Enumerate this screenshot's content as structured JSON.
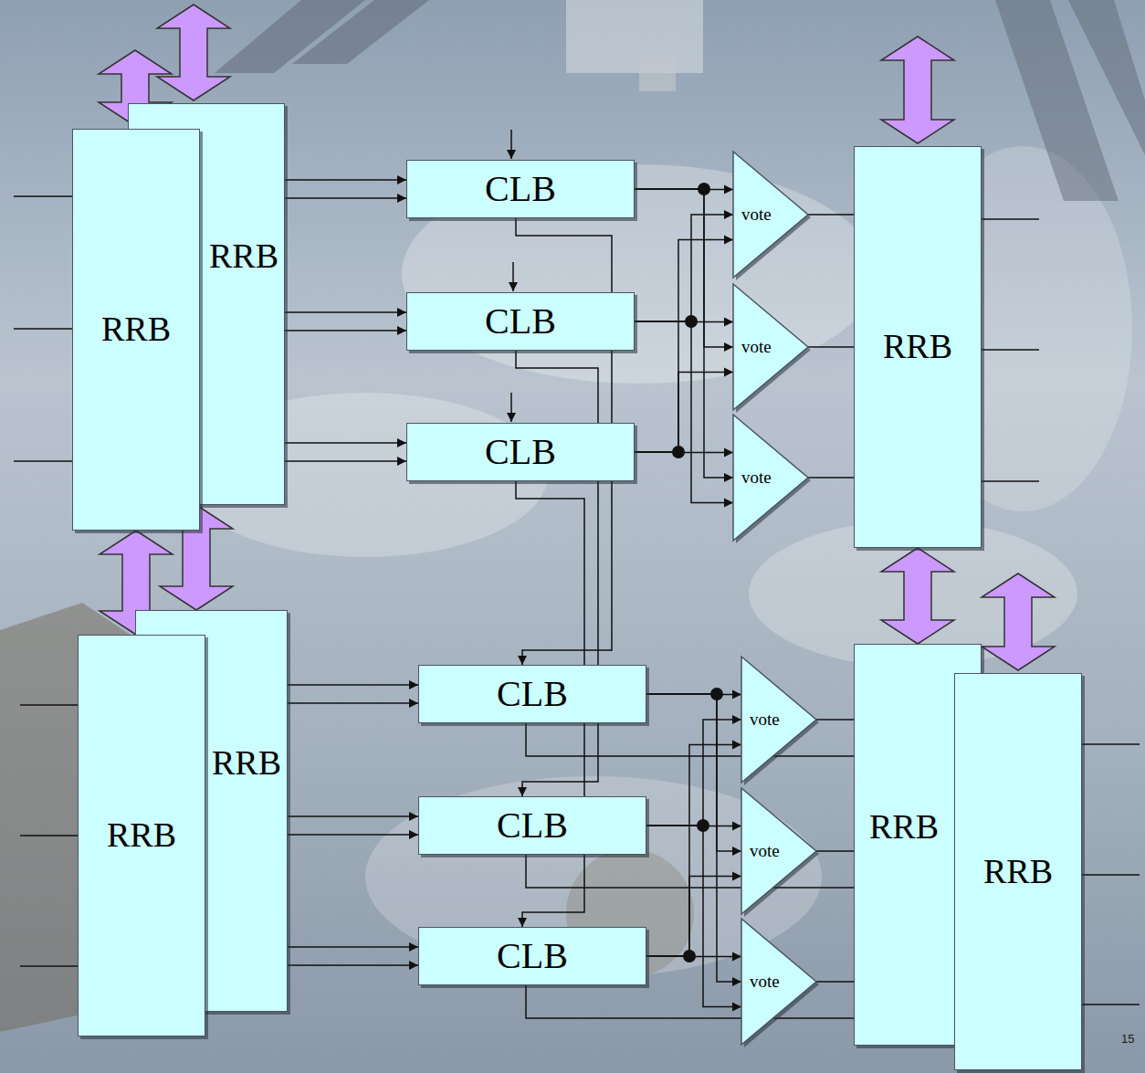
{
  "diagram": {
    "nodes": [
      {
        "text": [
          "RRB"
        ]
      },
      {
        "text": [
          "RRB"
        ]
      },
      {
        "text": [
          "CLB"
        ]
      },
      {
        "text": [
          "CLB"
        ]
      },
      {
        "text": [
          "CLB"
        ]
      },
      {
        "text": [
          "vote"
        ]
      },
      {
        "text": [
          "vote"
        ]
      },
      {
        "text": [
          "vote"
        ]
      },
      {
        "text": [
          "RRB"
        ]
      },
      {
        "text": [
          "RRB"
        ]
      },
      {
        "text": [
          "RRB"
        ]
      },
      {
        "text": [
          "CLB"
        ]
      },
      {
        "text": [
          "CLB"
        ]
      },
      {
        "text": [
          "CLB"
        ]
      },
      {
        "text": [
          "vote"
        ]
      },
      {
        "text": [
          "vote"
        ]
      },
      {
        "text": [
          "vote"
        ]
      },
      {
        "text": [
          "RRB"
        ]
      },
      {
        "text": [
          "RRB"
        ]
      }
    ],
    "edges": [
      {
        "from": 0,
        "to": 2,
        "arrow": "to"
      },
      {
        "from": 1,
        "to": 2,
        "arrow": "to"
      },
      {
        "from": 0,
        "to": 3,
        "arrow": "to"
      },
      {
        "from": 1,
        "to": 3,
        "arrow": "to"
      },
      {
        "from": 0,
        "to": 4,
        "arrow": "to"
      },
      {
        "from": 1,
        "to": 4,
        "arrow": "to"
      },
      {
        "from": 2,
        "to": 5,
        "arrow": "to"
      },
      {
        "from": 2,
        "to": 6,
        "arrow": "to"
      },
      {
        "from": 2,
        "to": 7,
        "arrow": "to"
      },
      {
        "from": 3,
        "to": 5,
        "arrow": "to"
      },
      {
        "from": 3,
        "to": 6,
        "arrow": "to"
      },
      {
        "from": 3,
        "to": 7,
        "arrow": "to"
      },
      {
        "from": 4,
        "to": 5,
        "arrow": "to"
      },
      {
        "from": 4,
        "to": 6,
        "arrow": "to"
      },
      {
        "from": 4,
        "to": 7,
        "arrow": "to"
      },
      {
        "from": 5,
        "to": 8,
        "arrow": "none"
      },
      {
        "from": 6,
        "to": 8,
        "arrow": "none"
      },
      {
        "from": 7,
        "to": 8,
        "arrow": "none"
      },
      {
        "from": 2,
        "to": 11,
        "arrow": "to"
      },
      {
        "from": 3,
        "to": 12,
        "arrow": "to"
      },
      {
        "from": 4,
        "to": 13,
        "arrow": "to"
      },
      {
        "from": 1,
        "to": 10,
        "arrow": "both"
      },
      {
        "from": 0,
        "to": 9,
        "arrow": "both"
      },
      {
        "from": 8,
        "to": 17,
        "arrow": "both"
      },
      {
        "from": 9,
        "to": 11,
        "arrow": "to"
      },
      {
        "from": 10,
        "to": 11,
        "arrow": "to"
      },
      {
        "from": 9,
        "to": 12,
        "arrow": "to"
      },
      {
        "from": 10,
        "to": 12,
        "arrow": "to"
      },
      {
        "from": 9,
        "to": 13,
        "arrow": "to"
      },
      {
        "from": 10,
        "to": 13,
        "arrow": "to"
      },
      {
        "from": 11,
        "to": 14,
        "arrow": "to"
      },
      {
        "from": 11,
        "to": 15,
        "arrow": "to"
      },
      {
        "from": 11,
        "to": 16,
        "arrow": "to"
      },
      {
        "from": 12,
        "to": 14,
        "arrow": "to"
      },
      {
        "from": 12,
        "to": 15,
        "arrow": "to"
      },
      {
        "from": 12,
        "to": 16,
        "arrow": "to"
      },
      {
        "from": 13,
        "to": 14,
        "arrow": "to"
      },
      {
        "from": 13,
        "to": 15,
        "arrow": "to"
      },
      {
        "from": 13,
        "to": 16,
        "arrow": "to"
      },
      {
        "from": 14,
        "to": 17,
        "arrow": "none"
      },
      {
        "from": 15,
        "to": 17,
        "arrow": "none"
      },
      {
        "from": 16,
        "to": 17,
        "arrow": "none"
      },
      {
        "from": 11,
        "to": 18,
        "arrow": "to"
      },
      {
        "from": 12,
        "to": 18,
        "arrow": "to"
      },
      {
        "from": 13,
        "to": 18,
        "arrow": "to"
      }
    ],
    "labels": [
      "15"
    ]
  }
}
